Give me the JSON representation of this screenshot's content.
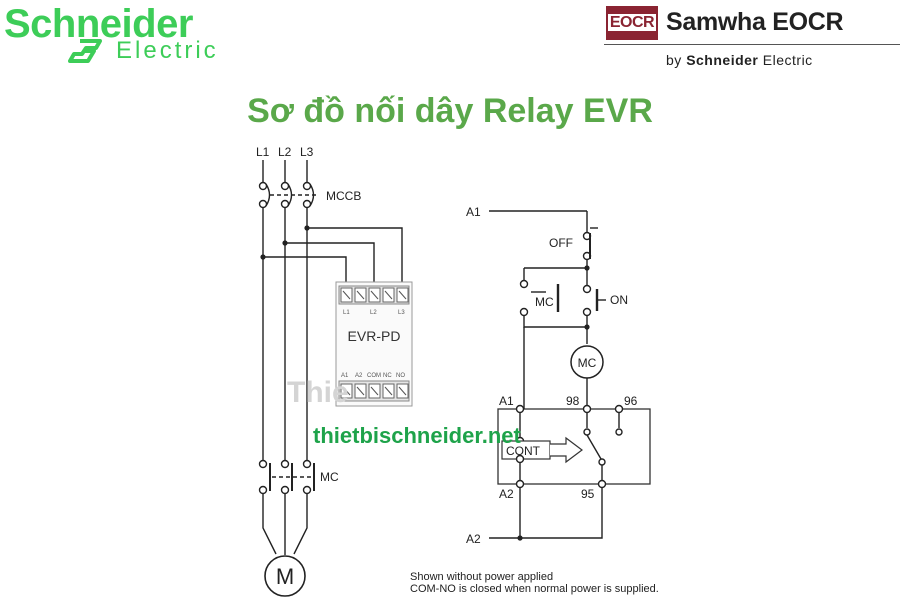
{
  "logos": {
    "schneider_word": "Schneider",
    "schneider_sub": "Electric",
    "eocr_box": "EOCR",
    "eocr_title": "Samwha EOCR",
    "eocr_by_prefix": "by ",
    "eocr_by_brand": "Schneider",
    "eocr_by_suffix": " Electric"
  },
  "title": "Sơ đồ nối dây Relay EVR",
  "diagram": {
    "phases": [
      "L1",
      "L2",
      "L3"
    ],
    "breaker": "MCCB",
    "relay_name": "EVR-PD",
    "relay_top_terminals": [
      "L1",
      "L2",
      "L3"
    ],
    "relay_bottom_terminals": [
      "A1",
      "A2",
      "COM",
      "NC",
      "NO"
    ],
    "contactor": "MC",
    "motor": "M",
    "ghost_text": "Thie",
    "control": {
      "supply_top": "A1",
      "supply_bottom": "A2",
      "off_button": "OFF",
      "on_button": "ON",
      "holding_contact": "MC",
      "coil": "MC",
      "relay_a1": "A1",
      "relay_a2": "A2",
      "terminal_98": "98",
      "terminal_96": "96",
      "terminal_95": "95",
      "cont_label": "CONT"
    }
  },
  "watermark": "thietbischneider.net",
  "notes": {
    "line1": "Shown without power applied",
    "line2": "COM-NO is closed when normal power is supplied."
  },
  "colors": {
    "brand_green": "#3dcd58",
    "title_green": "#5aa84a",
    "watermark_green": "#1ea34a",
    "eocr_red": "#8a2432",
    "line": "#222222"
  }
}
